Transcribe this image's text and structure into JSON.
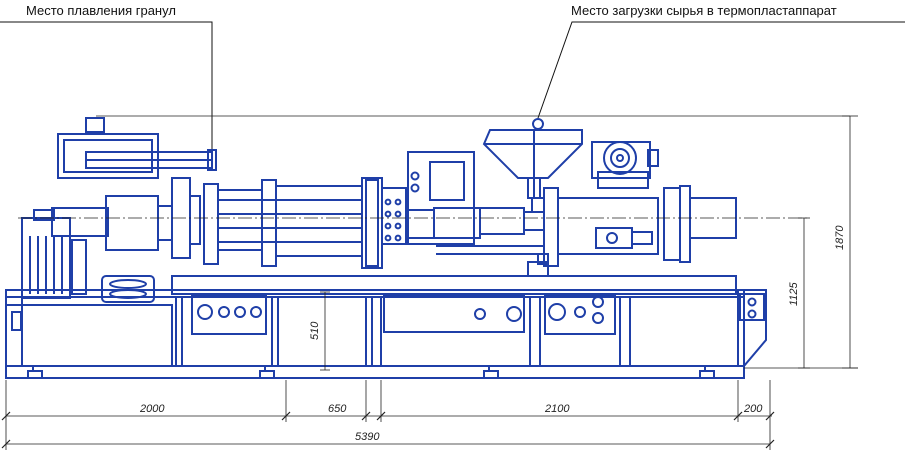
{
  "callouts": {
    "melt_zone": "Место плавления гранул",
    "feed_zone": "Место загрузки сырья в термопластаппарат"
  },
  "dimensions": {
    "horizontal": {
      "seg1": "2000",
      "seg2": "650",
      "seg3": "2100",
      "seg4": "200",
      "overall": "5390"
    },
    "vertical": {
      "frame_height": "510",
      "axis_height": "1125",
      "total_height": "1870"
    }
  },
  "colors": {
    "machine": "#1f3fa8",
    "dimension": "#222222",
    "leader": "#111111"
  }
}
